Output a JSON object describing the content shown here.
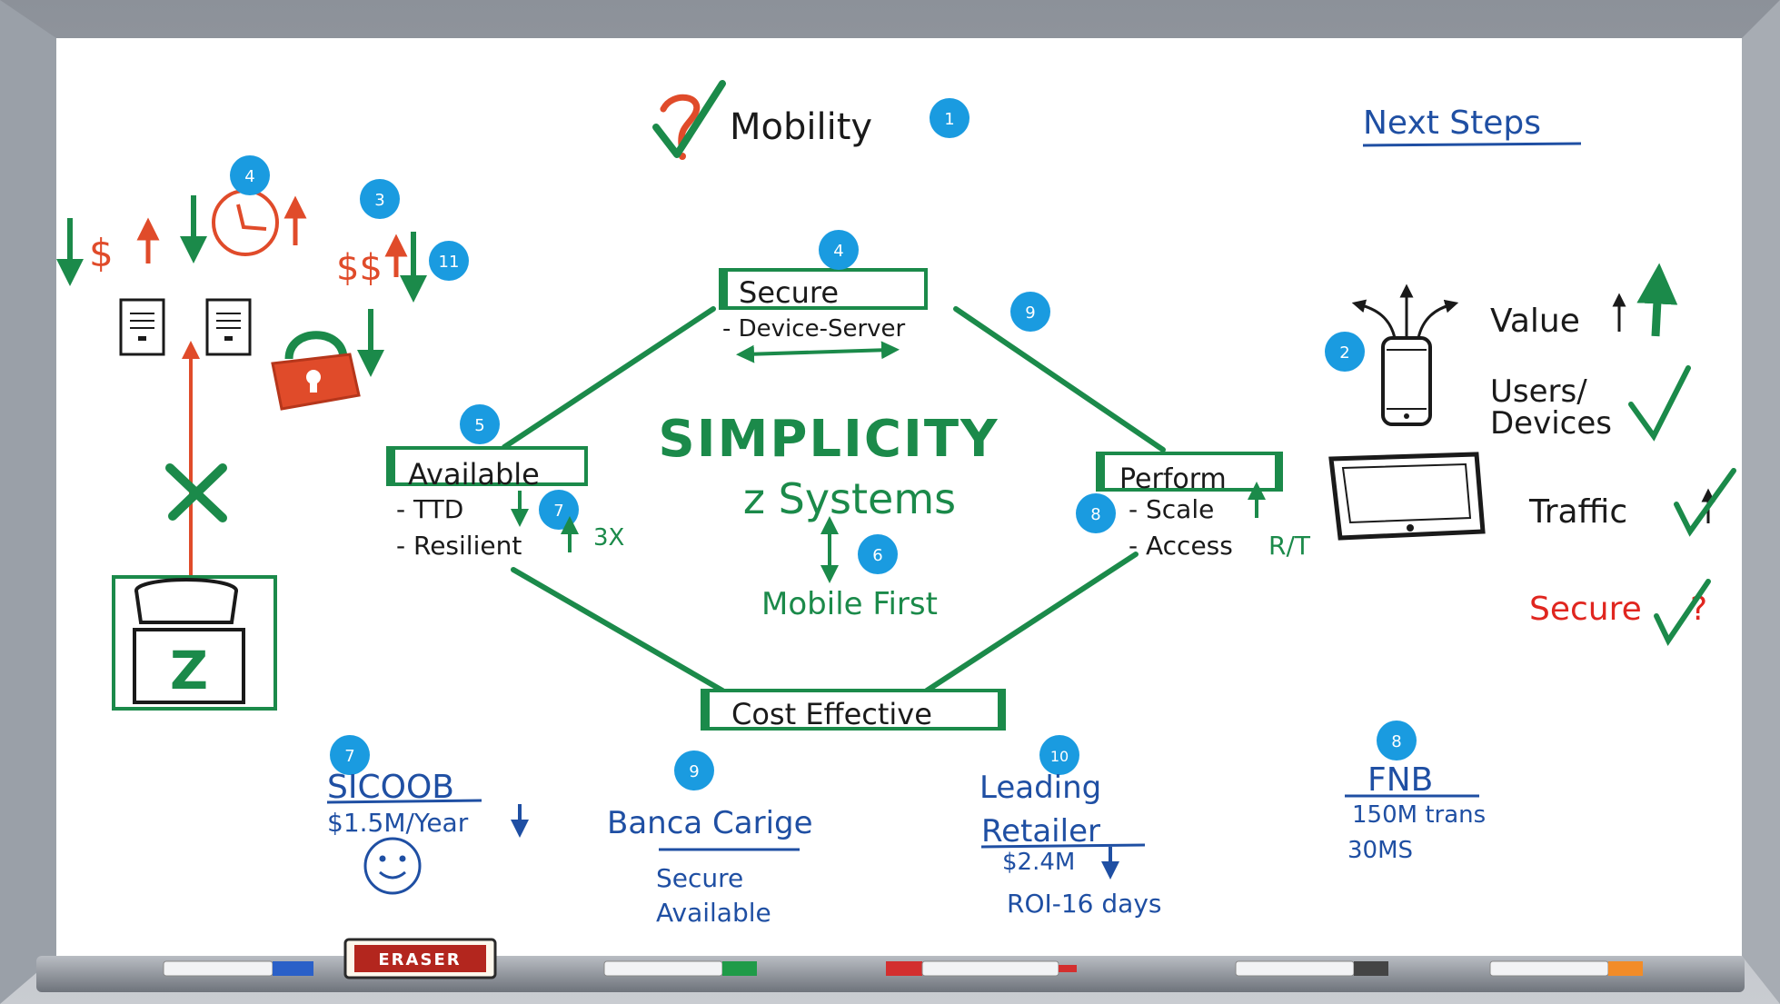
{
  "colors": {
    "green": "#1b8a4a",
    "red": "#e04b2a",
    "blue": "#1f4fa3",
    "black": "#1a1a1a",
    "badge": "#1a9be0"
  },
  "title": {
    "label": "Mobility",
    "badge": "1"
  },
  "center": {
    "title": "SIMPLICITY",
    "subtitle": "z Systems",
    "badge": "6",
    "footer": "Mobile First"
  },
  "secure_box": {
    "label": "Secure",
    "sub": "- Device-Server",
    "badge": "4"
  },
  "available_box": {
    "label": "Available",
    "items": [
      "- TTD",
      "- Resilient"
    ],
    "badge": "5",
    "ttd_badge": "7",
    "resilient_note": "3X"
  },
  "perform_box": {
    "label": "Perform",
    "items": [
      "- Scale",
      "- Access"
    ],
    "access_note": "R/T",
    "badge": "8",
    "edge_badge": "9"
  },
  "cost_box": {
    "label": "Cost Effective"
  },
  "left_panel": {
    "badge_clock": "4",
    "badge_money": "3",
    "badge_eleven": "11",
    "money_single": "$",
    "money_double": "$$",
    "mainframe_letter": "Z"
  },
  "next_steps": {
    "title": "Next Steps",
    "phone_badge": "2",
    "items": [
      {
        "label": "Value"
      },
      {
        "label": "Users/"
      },
      {
        "label": "Devices"
      },
      {
        "label": "Traffic"
      },
      {
        "label": "Secure"
      }
    ],
    "secure_question": "?"
  },
  "customers": [
    {
      "badge": "7",
      "name": "SICOOB",
      "lines": [
        "$1.5M/Year"
      ]
    },
    {
      "badge": "9",
      "name": "Banca Carige",
      "lines": [
        "Secure",
        "Available"
      ]
    },
    {
      "badge": "10",
      "name": "Leading",
      "name2": "Retailer",
      "lines": [
        "$2.4M",
        "ROI-16 days"
      ]
    },
    {
      "badge": "8",
      "name": "FNB",
      "lines": [
        "150M trans",
        "30MS"
      ]
    }
  ],
  "tray": {
    "eraser_label": "ERASER"
  }
}
